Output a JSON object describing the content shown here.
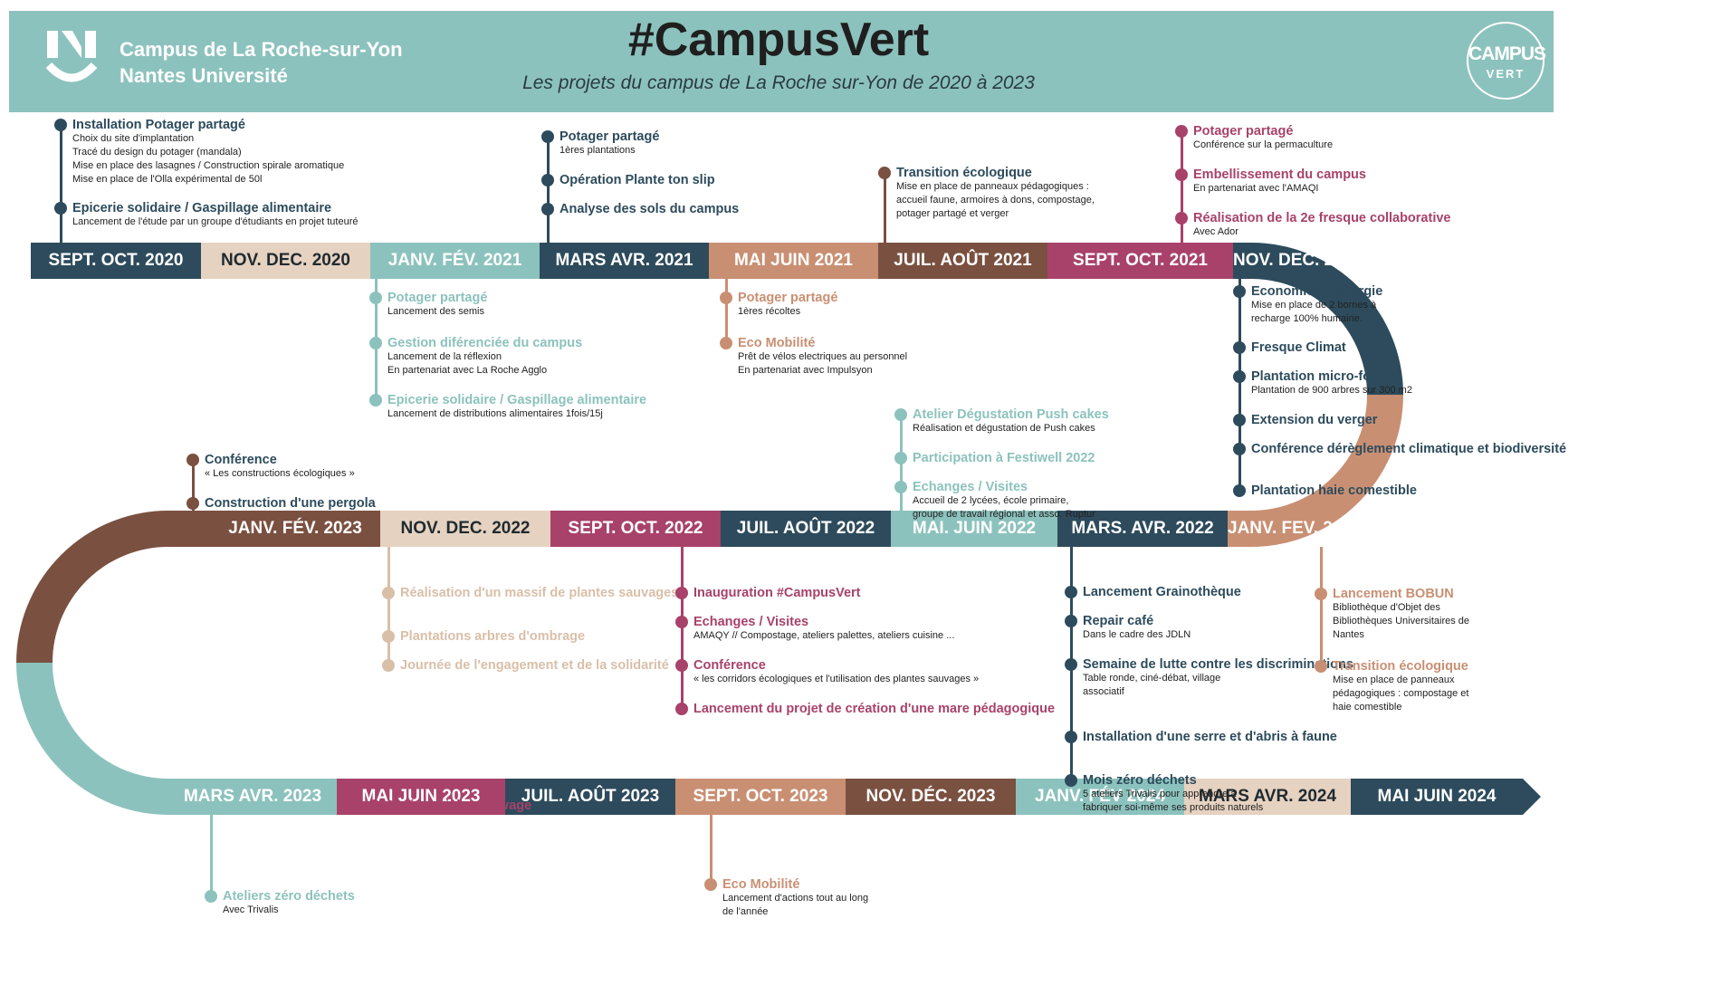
{
  "colors": {
    "teal": "#8cc2bd",
    "navy": "#2d4b5c",
    "peach": "#c98f73",
    "brown": "#7a5040",
    "plum": "#a8426a",
    "beige": "#e6d2c0"
  },
  "header": {
    "university_line1": "Campus de La Roche-sur-Yon",
    "university_line2": "Nantes Université",
    "title": "#CampusVert",
    "subtitle": "Les projets du campus de La Roche sur-Yon de 2020 à 2023",
    "badge_line1": "CAMPUS",
    "badge_line2": "VERT",
    "logo_icon": "nantes-universite-logo-icon"
  },
  "timeline": {
    "row1": [
      {
        "label": "SEPT. OCT.  2020",
        "color": "navy"
      },
      {
        "label": "NOV. DEC.  2020",
        "color": "beige"
      },
      {
        "label": "JANV. FÉV. 2021",
        "color": "teal"
      },
      {
        "label": "MARS AVR. 2021",
        "color": "navy"
      },
      {
        "label": "MAI JUIN 2021",
        "color": "peach"
      },
      {
        "label": "JUIL. AOÛT 2021",
        "color": "brown"
      },
      {
        "label": "SEPT. OCT. 2021",
        "color": "plum"
      },
      {
        "label": "NOV. DEC. 2021",
        "color": "navy"
      }
    ],
    "row2": [
      {
        "label": "JANV. FÉV. 2023",
        "color": "brown"
      },
      {
        "label": "NOV. DEC.  2022",
        "color": "beige"
      },
      {
        "label": "SEPT. OCT. 2022",
        "color": "plum"
      },
      {
        "label": "JUIL. AOÛT 2022",
        "color": "navy"
      },
      {
        "label": "MAI. JUIN 2022",
        "color": "teal"
      },
      {
        "label": "MARS. AVR.  2022",
        "color": "navy"
      },
      {
        "label": "JANV. FEV. 2022",
        "color": "peach"
      }
    ],
    "row3": [
      {
        "label": "MARS AVR. 2023",
        "color": "teal"
      },
      {
        "label": "MAI JUIN 2023",
        "color": "plum"
      },
      {
        "label": "JUIL. AOÛT 2023",
        "color": "navy"
      },
      {
        "label": "SEPT. OCT. 2023",
        "color": "peach"
      },
      {
        "label": "NOV. DÉC. 2023",
        "color": "brown"
      },
      {
        "label": "JANV. FÉV 2024",
        "color": "teal"
      },
      {
        "label": "MARS AVR. 2024",
        "color": "beige"
      },
      {
        "label": "MAI JUIN 2024",
        "color": "navy"
      }
    ]
  },
  "events": {
    "sept_oct_2020": [
      {
        "title": "Installation Potager partagé",
        "details": "Choix du site d'implantation\nTracé du design du potager (mandala)\nMise en place des lasagnes / Construction spirale aromatique\nMise en place de l'Olla expérimental de 50l"
      },
      {
        "title": "Epicerie solidaire / Gaspillage alimentaire",
        "details": "Lancement de l'étude par un groupe d'étudiants en projet tuteuré"
      }
    ],
    "mars_avr_2021": [
      {
        "title": "Potager partagé",
        "details": "1ères plantations"
      },
      {
        "title": "Opération Plante ton slip",
        "details": ""
      },
      {
        "title": "Analyse des sols du campus",
        "details": ""
      }
    ],
    "juil_aout_2021": [
      {
        "title": "Transition écologique",
        "details": "Mise en place de panneaux pédagogiques :\naccueil faune, armoires à dons, compostage,\npotager partagé et verger"
      }
    ],
    "sept_oct_2021": [
      {
        "title": "Potager partagé",
        "details": "Conférence sur la permaculture"
      },
      {
        "title": "Embellissement du campus",
        "details": "En partenariat avec l'AMAQI"
      },
      {
        "title": "Réalisation de la 2e fresque collaborative",
        "details": "Avec Ador"
      }
    ],
    "janv_fev_2021": [
      {
        "title": "Potager partagé",
        "details": "Lancement des semis"
      },
      {
        "title": "Gestion diférenciée du campus",
        "details": "Lancement de la réflexion\nEn partenariat avec La Roche Agglo"
      },
      {
        "title": "Epicerie solidaire / Gaspillage alimentaire",
        "details": "Lancement de distributions alimentaires 1fois/15j"
      }
    ],
    "mai_juin_2021": [
      {
        "title": "Potager partagé",
        "details": "1ères récoltes"
      },
      {
        "title": "Eco Mobilité",
        "details": "Prêt de vélos electriques au personnel\nEn partenariat avec Impulsyon"
      }
    ],
    "nov_dec_2021": [
      {
        "title": "Economies d'énergie",
        "details": "Mise en place de 2 bornes à\nrecharge 100% humaine."
      },
      {
        "title": "Fresque Climat",
        "details": ""
      },
      {
        "title": "Plantation micro-forêt",
        "details": "Plantation de 900 arbres sur 300 m2"
      },
      {
        "title": "Extension du verger",
        "details": ""
      },
      {
        "title": "Conférence dérèglement climatique et biodiversité",
        "details": ""
      },
      {
        "title": "Plantation haie comestible",
        "details": ""
      }
    ],
    "mai_juin_2022": [
      {
        "title": "Atelier Dégustation Push cakes",
        "details": "Réalisation et dégustation de Push cakes"
      },
      {
        "title": "Participation à Festiwell 2022",
        "details": ""
      },
      {
        "title": "Echanges / Visites",
        "details": "Accueil de 2 lycées, école primaire,\ngroupe de travail régional et asso. Ruptur"
      }
    ],
    "janv_fev_2023": [
      {
        "title": "Conférence",
        "details": "« Les constructions écologiques »"
      },
      {
        "title": "Construction d'une pergola",
        "details": ""
      }
    ],
    "nov_dec_2022": [
      {
        "title": "Réalisation d'un massif de plantes sauvages",
        "details": ""
      },
      {
        "title": "Plantations arbres d'ombrage",
        "details": ""
      },
      {
        "title": "Journée de l'engagement et de la solidarité",
        "details": ""
      }
    ],
    "sept_oct_2022": [
      {
        "title": "Inauguration #CampusVert",
        "details": ""
      },
      {
        "title": "Echanges / Visites",
        "details": "AMAQY // Compostage, ateliers palettes, ateliers cuisine ..."
      },
      {
        "title": "Conférence",
        "details": "« les corridors écologiques et l'utilisation des plantes sauvages »"
      },
      {
        "title": "Lancement du projet de création d'une mare pédagogique",
        "details": ""
      }
    ],
    "mars_avr_2022": [
      {
        "title": "Lancement Grainothèque",
        "details": ""
      },
      {
        "title": "Repair café",
        "details": "Dans le cadre des JDLN"
      },
      {
        "title": "Semaine de lutte contre les discriminations",
        "details": "Table ronde, ciné-débat, village\nassociatif"
      },
      {
        "title": "Installation d'une serre et d'abris à faune",
        "details": ""
      },
      {
        "title": "Mois zéro déchets",
        "details": "5 ateliers Trivalis pour apprendre à\nfabriquer soi-même ses produits naturels"
      }
    ],
    "janv_fev_2022": [
      {
        "title": "Lancement BOBUN",
        "details": "Bibliothèque d'Objet des\nBibliothèques Universitaires de\nNantes"
      },
      {
        "title": "Transition écologique",
        "details": "Mise en place de panneaux\npédagogiques : compostage et\nhaie comestible"
      }
    ],
    "mai_juin_2023": [
      {
        "title": "Atelier cuisine sauvage",
        "details": ""
      }
    ],
    "mars_avr_2023": [
      {
        "title": "Ateliers zéro déchets",
        "details": "Avec Trivalis"
      }
    ],
    "sept_oct_2023": [
      {
        "title": "Eco Mobilité",
        "details": "Lancement d'actions tout au long\nde l'année"
      }
    ]
  }
}
